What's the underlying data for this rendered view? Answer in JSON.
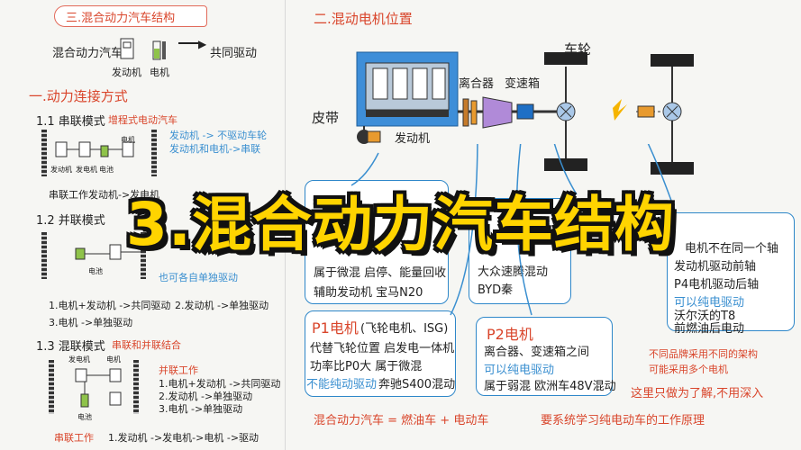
{
  "left": {
    "title": "三.混合动力汽车结构",
    "hybrid_label": "混合动力汽车",
    "engine": "发动机",
    "motor": "电机",
    "drive": "共同驱动",
    "section1": "一.动力连接方式",
    "series": {
      "title": "1.1 串联模式",
      "subtitle": "增程式电动汽车",
      "note1": "发动机 -> 不驱动车轮",
      "note2": "发动机和电机->串联",
      "d_engine": "发动机",
      "d_gen": "发电机",
      "d_battery": "电池",
      "d_motor": "电机",
      "work": "串联工作发动机->发电机"
    },
    "parallel": {
      "title": "1.2 并联模式",
      "battery": "电池",
      "note": "也可各自单独驱动",
      "line1": "1.电机+发动机 ->共同驱动",
      "line2": "2.发动机 ->单独驱动",
      "line3": "3.电机 ->单独驱动"
    },
    "mixed": {
      "title": "1.3 混联模式",
      "subtitle": "串联和并联结合",
      "gen": "发电机",
      "motor": "电机",
      "battery": "电池",
      "parallel_work": "并联工作",
      "p1": "1.电机+发动机 ->共同驱动",
      "p2": "2.发动机 ->单独驱动",
      "p3": "3.电机 ->单独驱动",
      "series_work": "串联工作",
      "s1": "1.发动机 ->发电机->电机 ->驱动"
    }
  },
  "right": {
    "title": "二.混动电机位置",
    "wheel": "车轮",
    "belt": "皮带",
    "clutch": "离合器",
    "gearbox": "变速箱",
    "engine": "发动机",
    "p0": {
      "l1": "属于微混 启停、能量回收",
      "l2": "辅助发动机  宝马N20"
    },
    "p3": {
      "l1": "大众速腾混动",
      "l2": "BYD秦"
    },
    "p4": {
      "l1": "电机不在同一个轴",
      "l2": "发动机驱动前轴",
      "l3": "P4电机驱动后轴",
      "l4": "可以纯电驱动",
      "l5": "沃尔沃的T8",
      "l6": "前燃油后电动"
    },
    "p1": {
      "title": "P1电机",
      "paren": "(飞轮电机、ISG)",
      "l1": "代替飞轮位置  启发电一体机",
      "l2": "功率比P0大   属于微混",
      "l3": "不能纯动驱动",
      "l4": "奔驰S400混动"
    },
    "p2": {
      "title": "P2电机",
      "l1": "离合器、变速箱之间",
      "l2": "可以纯电驱动",
      "l3": "属于弱混  欧洲车48V混动"
    },
    "note1": "不同品牌采用不同的架构",
    "note2": "可能采用多个电机",
    "note3": "这里只做为了解,不用深入",
    "formula": "混合动力汽车 = 燃油车 + 电动车",
    "formula_tail": "要系统学习纯电动车的工作原理"
  },
  "overlay_title": "3.混合动力汽车结构"
}
